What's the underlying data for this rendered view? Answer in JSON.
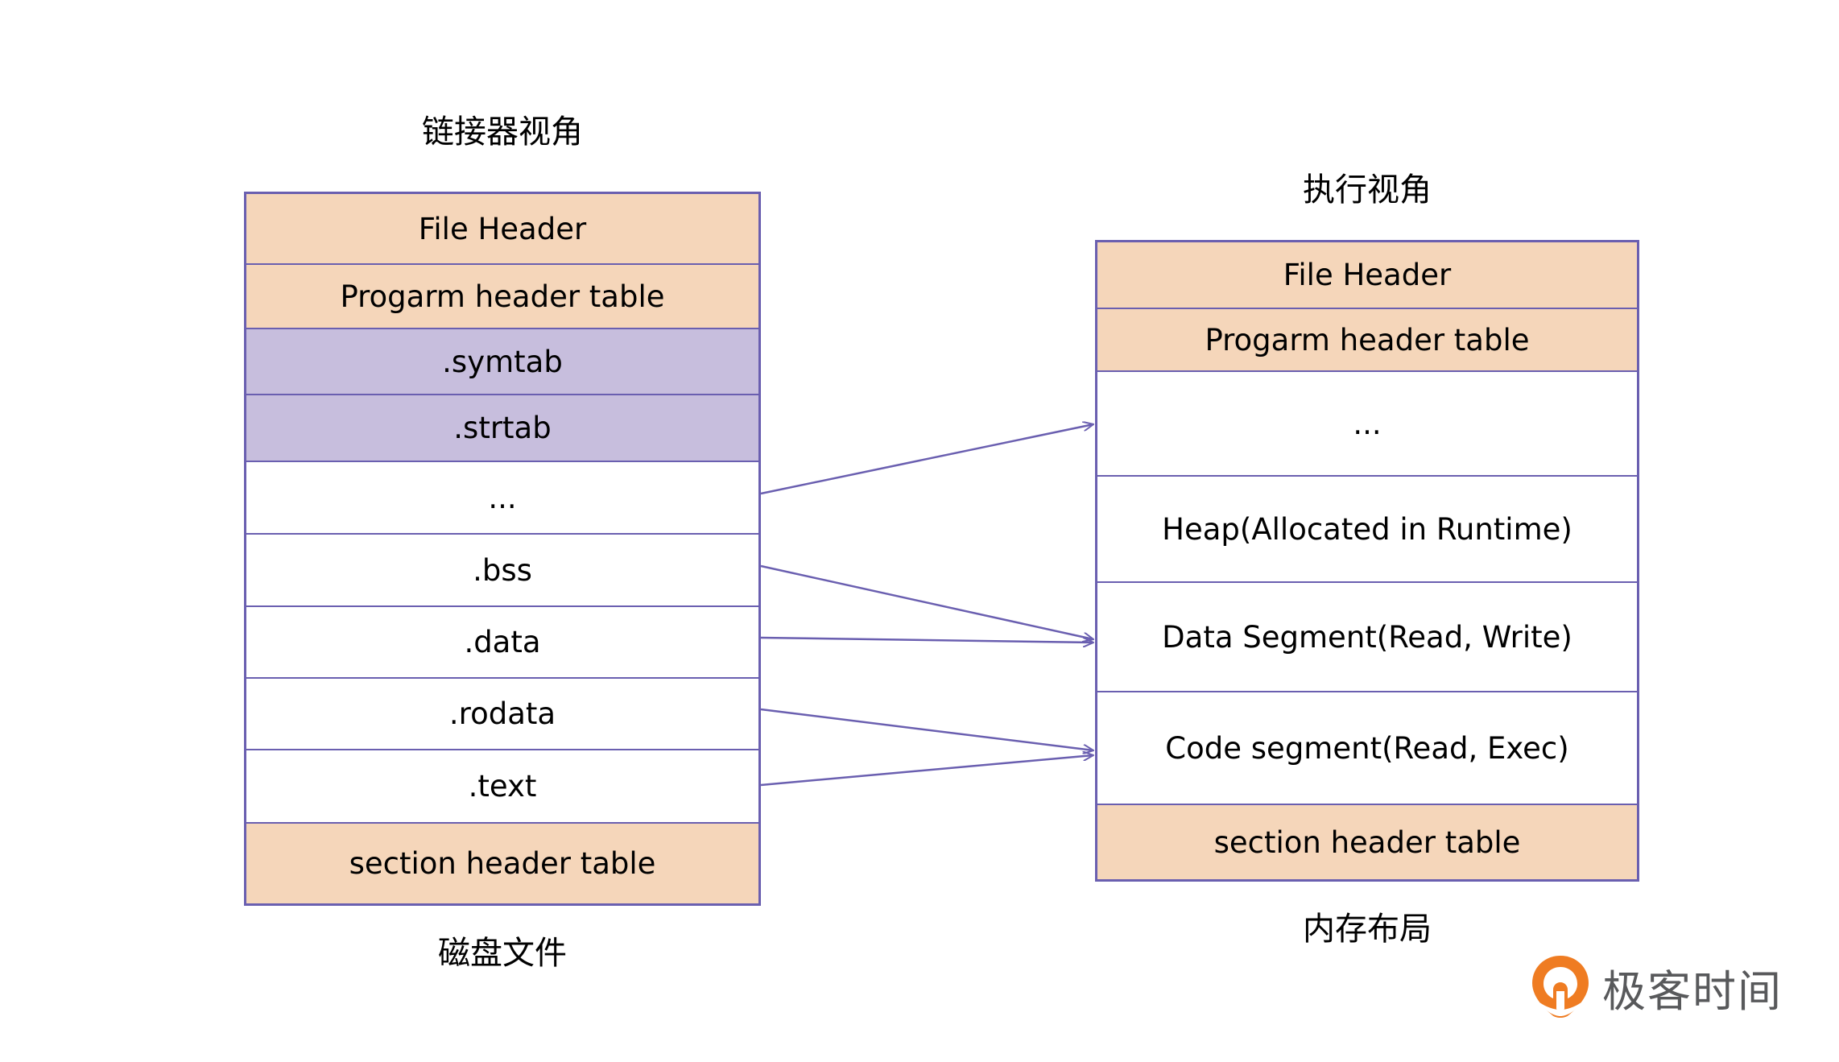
{
  "colors": {
    "header_fill": "#f5d6ba",
    "symbol_fill": "#c7bedd",
    "plain_fill": "#ffffff",
    "border": "#6a5fb0",
    "arrow": "#6a5fb0",
    "logo_orange": "#ef7c22",
    "logo_gray": "#58595b"
  },
  "linker_view": {
    "title": "链接器视角",
    "caption": "磁盘文件",
    "rows": [
      {
        "label": "File Header",
        "fill": "orange"
      },
      {
        "label": "Progarm header table",
        "fill": "orange"
      },
      {
        "label": ".symtab",
        "fill": "purple"
      },
      {
        "label": ".strtab",
        "fill": "purple"
      },
      {
        "label": "...",
        "fill": "plain"
      },
      {
        "label": ".bss",
        "fill": "plain"
      },
      {
        "label": ".data",
        "fill": "plain"
      },
      {
        "label": ".rodata",
        "fill": "plain"
      },
      {
        "label": ".text",
        "fill": "plain"
      },
      {
        "label": "section header table",
        "fill": "orange"
      }
    ]
  },
  "exec_view": {
    "title": "执行视角",
    "caption": "内存布局",
    "rows": [
      {
        "label": "File Header",
        "fill": "orange"
      },
      {
        "label": "Progarm header table",
        "fill": "orange"
      },
      {
        "label": "...",
        "fill": "plain"
      },
      {
        "label": "Heap(Allocated in Runtime)",
        "fill": "plain"
      },
      {
        "label": "Data Segment(Read, Write)",
        "fill": "plain"
      },
      {
        "label": "Code segment(Read, Exec)",
        "fill": "plain"
      },
      {
        "label": "section header table",
        "fill": "orange"
      }
    ]
  },
  "mappings": [
    {
      "from": "...",
      "to": "..."
    },
    {
      "from": ".bss",
      "to": "Data Segment(Read, Write)"
    },
    {
      "from": ".data",
      "to": "Data Segment(Read, Write)"
    },
    {
      "from": ".rodata",
      "to": "Code segment(Read, Exec)"
    },
    {
      "from": ".text",
      "to": "Code segment(Read, Exec)"
    }
  ],
  "brand": {
    "name": "极客时间",
    "mark": "geektime-pin-icon"
  }
}
